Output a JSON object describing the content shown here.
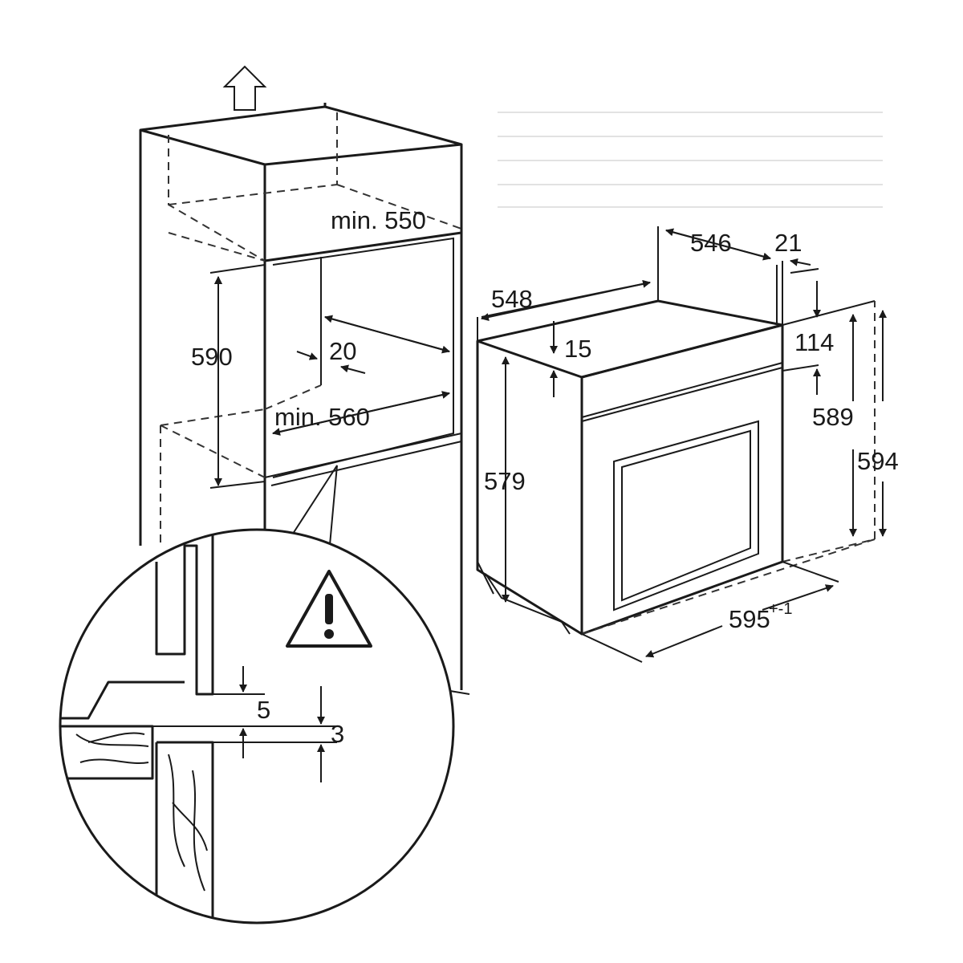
{
  "diagram": {
    "title": "Built-in oven installation dimensions",
    "cabinet_labels": {
      "niche_height": "590",
      "niche_depth_top": "min. 550",
      "rear_gap": "20",
      "niche_depth_bottom": "min. 560"
    },
    "oven_labels": {
      "body_depth": "548",
      "depth_to_front": "546",
      "front_thickness": "21",
      "top_offset": "15",
      "body_height": "579",
      "panel_offset": "114",
      "front_height_inner": "589",
      "front_height": "594",
      "width": "595",
      "width_tolerance": "+-1"
    },
    "detail_labels": {
      "gap_top": "5",
      "gap_bottom": "3"
    },
    "icons": [
      "up-arrow-icon",
      "warning-triangle-icon"
    ]
  }
}
